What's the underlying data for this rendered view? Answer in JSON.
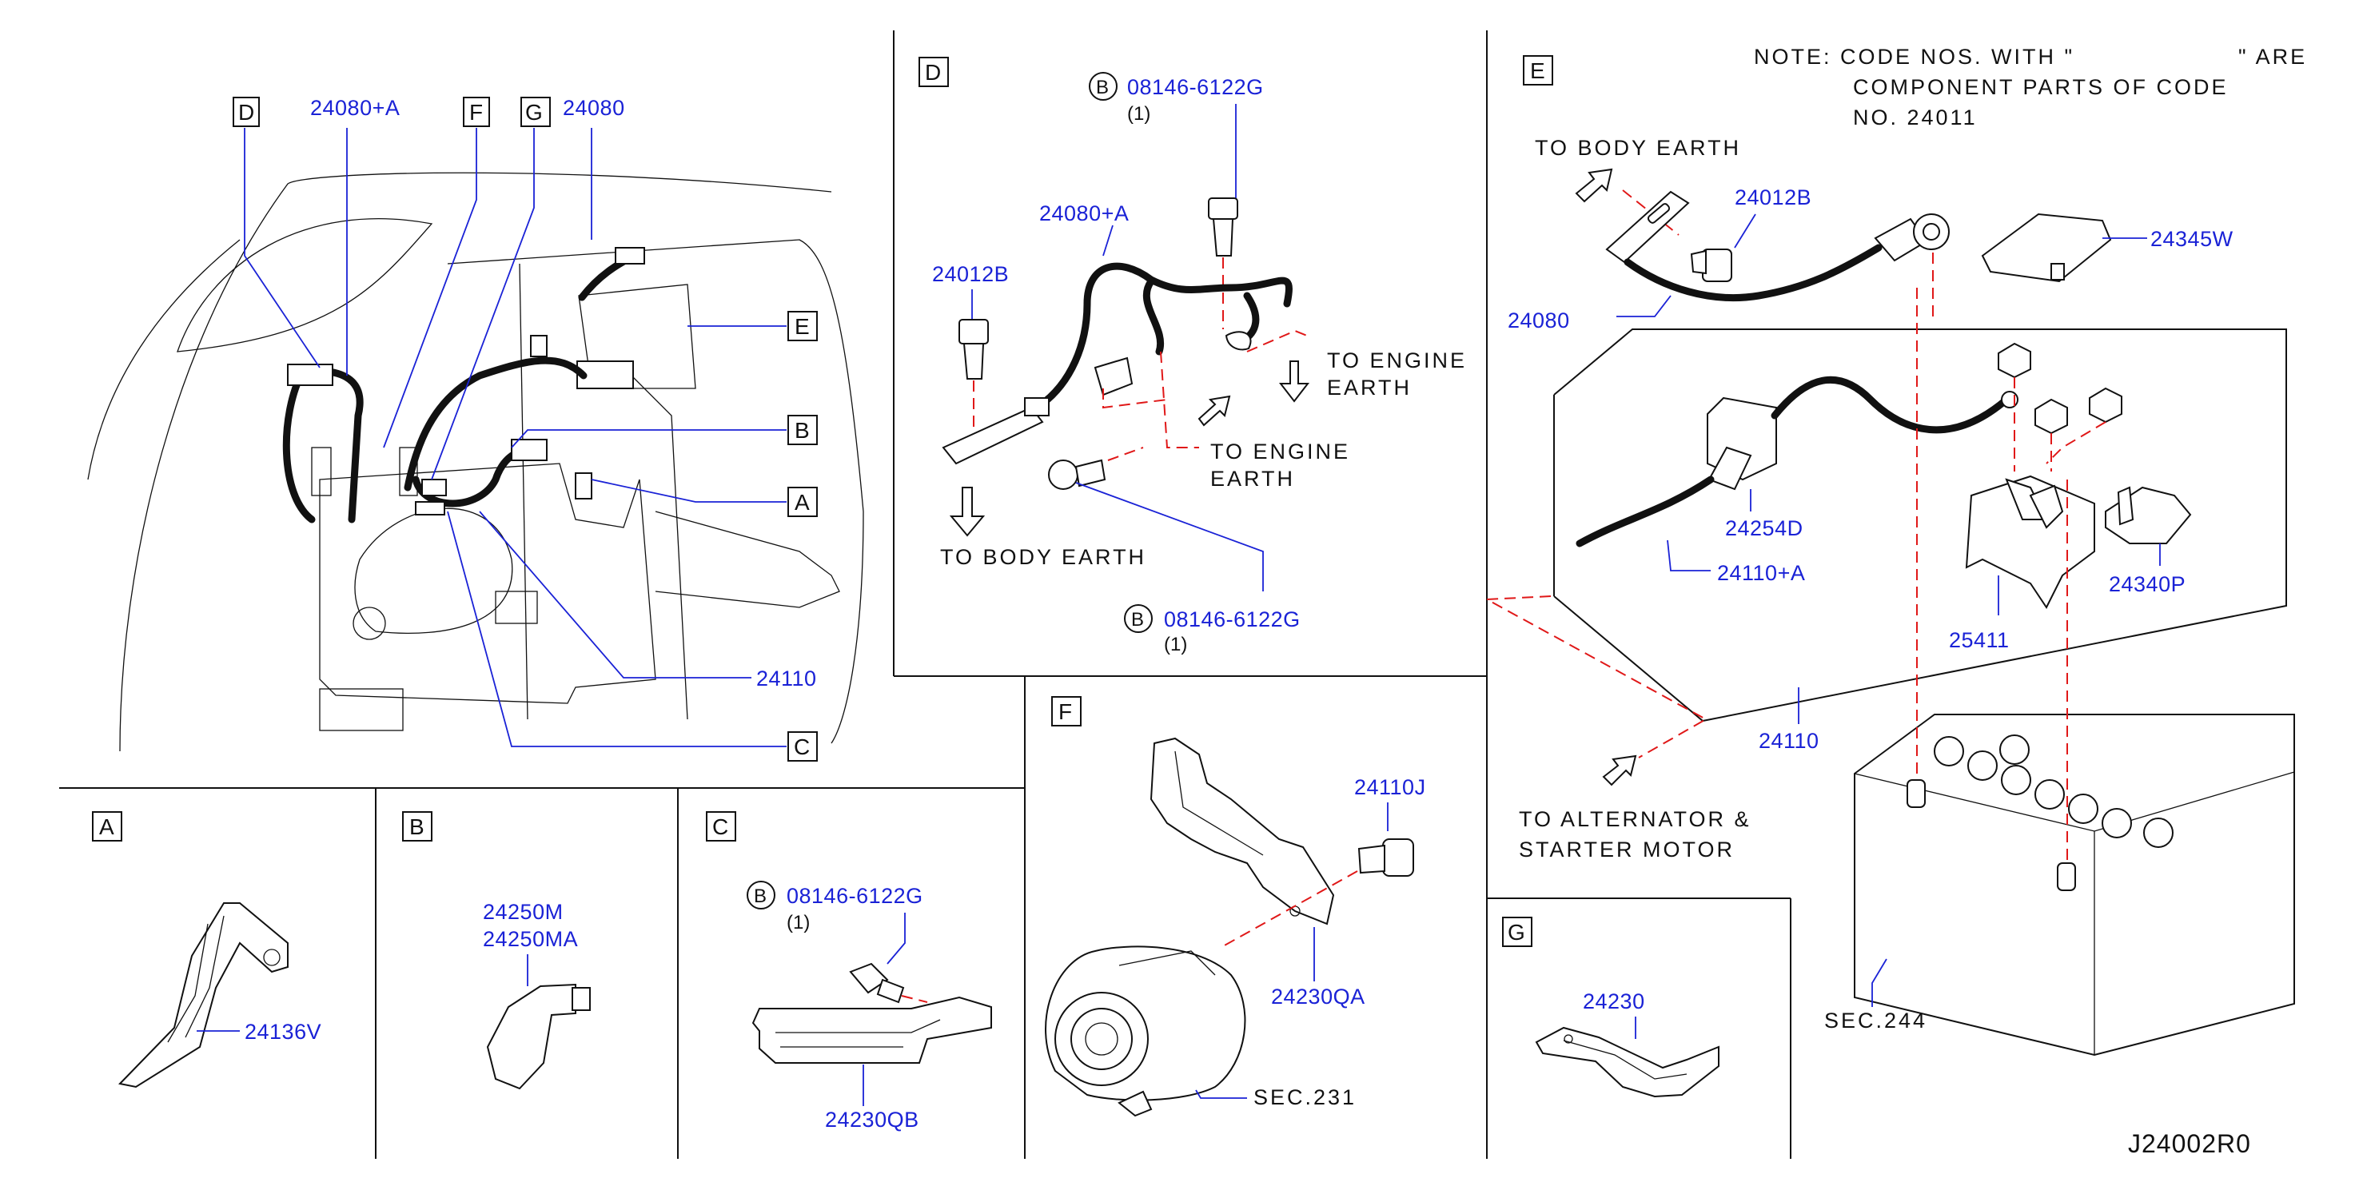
{
  "drawing_code": "J24002R0",
  "note": {
    "line1_left": "NOTE:  CODE  NOS.  WITH  \"",
    "line1_right": "\"  ARE",
    "line2": "COMPONENT  PARTS  OF  CODE",
    "line3": "NO.  24011"
  },
  "overview": {
    "callouts": [
      "D",
      "F",
      "G",
      "E",
      "B",
      "A",
      "C"
    ],
    "labels": {
      "p24080a": "24080+A",
      "p24080": "24080",
      "p24110": "24110"
    }
  },
  "panel_D": {
    "title": "D",
    "bolt_marker": "B",
    "bolt1": "08146-6122G",
    "bolt1_qty": "(1)",
    "bolt2": "08146-6122G",
    "bolt2_qty": "(1)",
    "cable": "24080+A",
    "terminal": "24012B",
    "to_engine_earth_1a": "TO  ENGINE",
    "to_engine_earth_1b": "EARTH",
    "to_engine_earth_2a": "TO  ENGINE",
    "to_engine_earth_2b": "EARTH",
    "to_body_earth": "TO  BODY  EARTH"
  },
  "panel_E": {
    "title": "E",
    "to_body_earth": "TO  BODY  EARTH",
    "terminal": "24012B",
    "cover": "24345W",
    "cable_earth": "24080",
    "fusible_link": "24254D",
    "cable_pos": "24110+A",
    "holder": "25411",
    "cover2": "24340P",
    "harness": "24110",
    "to_alternator_a": "TO  ALTERNATOR  &",
    "to_alternator_b": "STARTER  MOTOR",
    "battery_ref": "SEC.244"
  },
  "panel_A": {
    "title": "A",
    "part": "24136V"
  },
  "panel_B": {
    "title": "B",
    "part1": "24250M",
    "part2": "24250MA"
  },
  "panel_C": {
    "title": "C",
    "bolt_marker": "B",
    "bolt": "08146-6122G",
    "bolt_qty": "(1)",
    "bracket": "24230QB"
  },
  "panel_F": {
    "title": "F",
    "bolt": "24110J",
    "bracket": "24230QA",
    "alternator_ref": "SEC.231"
  },
  "panel_G": {
    "title": "G",
    "bracket": "24230"
  }
}
